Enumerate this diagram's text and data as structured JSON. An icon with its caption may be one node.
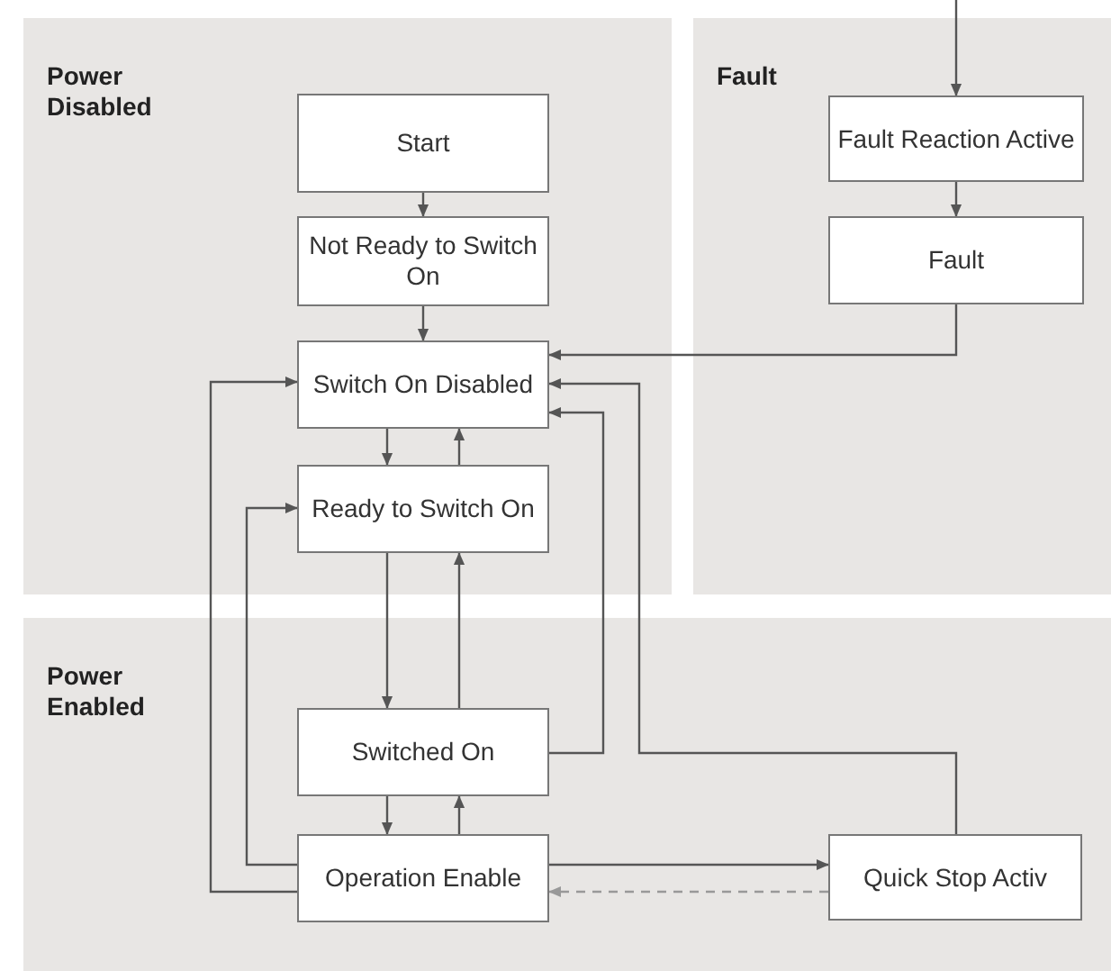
{
  "diagram": {
    "nodes": [
      {
        "text": [
          "Power Disabled"
        ]
      },
      {
        "text": [
          "Start"
        ],
        "in": 0
      },
      {
        "text": [
          "Not Ready to Switch On"
        ],
        "in": 0
      },
      {
        "text": [
          "Switch On Disabled"
        ],
        "in": 0
      },
      {
        "text": [
          "Ready to Switch On"
        ],
        "in": 0
      },
      {
        "text": [
          "Fault"
        ]
      },
      {
        "text": [
          "Fault Reaction Active"
        ],
        "in": 5
      },
      {
        "text": [
          "Fault"
        ],
        "in": 5
      },
      {
        "text": [
          "Power Enabled"
        ]
      },
      {
        "text": [
          "Switched On"
        ],
        "in": 8
      },
      {
        "text": [
          "Operation Enable"
        ],
        "in": 8
      },
      {
        "text": [
          "Quick Stop Activ"
        ],
        "in": 8
      }
    ],
    "edges": [
      {
        "from": null,
        "to": 6,
        "arrow": "to"
      },
      {
        "from": 1,
        "to": 2,
        "arrow": "to"
      },
      {
        "from": 2,
        "to": 3,
        "arrow": "to"
      },
      {
        "from": 3,
        "to": 4,
        "arrow": "to"
      },
      {
        "from": 4,
        "to": 3,
        "arrow": "to"
      },
      {
        "from": 4,
        "to": 9,
        "arrow": "to"
      },
      {
        "from": 9,
        "to": 4,
        "arrow": "to"
      },
      {
        "from": 9,
        "to": 10,
        "arrow": "to"
      },
      {
        "from": 10,
        "to": 9,
        "arrow": "to"
      },
      {
        "from": 6,
        "to": 7,
        "arrow": "to"
      },
      {
        "from": 7,
        "to": 3,
        "arrow": "to"
      },
      {
        "from": 9,
        "to": 3,
        "arrow": "to"
      },
      {
        "from": 11,
        "to": 3,
        "arrow": "to"
      },
      {
        "from": 10,
        "to": 3,
        "arrow": "to"
      },
      {
        "from": 10,
        "to": 4,
        "arrow": "to"
      },
      {
        "from": 10,
        "to": 11,
        "arrow": "to"
      },
      {
        "from": 11,
        "to": 10,
        "arrow": "to",
        "style": "dashed",
        "color": "#999999"
      }
    ]
  }
}
